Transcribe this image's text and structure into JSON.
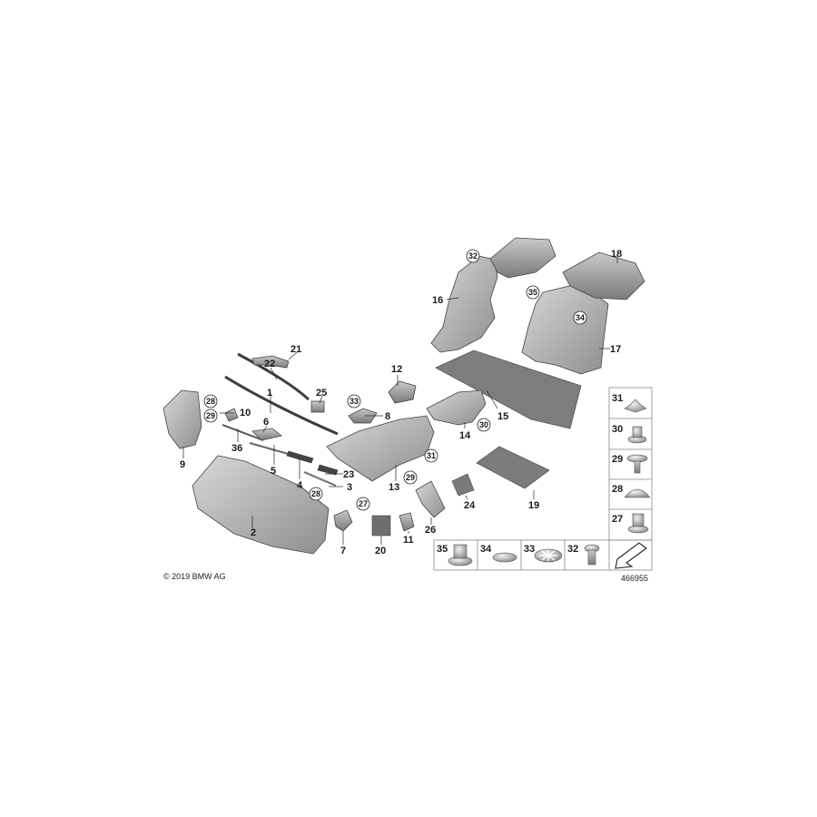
{
  "callouts": [
    {
      "id": "1",
      "text": "1"
    },
    {
      "id": "2",
      "text": "2"
    },
    {
      "id": "3",
      "text": "3"
    },
    {
      "id": "4",
      "text": "4"
    },
    {
      "id": "5",
      "text": "5"
    },
    {
      "id": "6",
      "text": "6"
    },
    {
      "id": "7",
      "text": "7"
    },
    {
      "id": "8",
      "text": "8"
    },
    {
      "id": "9",
      "text": "9"
    },
    {
      "id": "10",
      "text": "10"
    },
    {
      "id": "11",
      "text": "11"
    },
    {
      "id": "12",
      "text": "12"
    },
    {
      "id": "13",
      "text": "13"
    },
    {
      "id": "14",
      "text": "14"
    },
    {
      "id": "15",
      "text": "15"
    },
    {
      "id": "16",
      "text": "16"
    },
    {
      "id": "17",
      "text": "17"
    },
    {
      "id": "18",
      "text": "18"
    },
    {
      "id": "19",
      "text": "19"
    },
    {
      "id": "20",
      "text": "20"
    },
    {
      "id": "21",
      "text": "21"
    },
    {
      "id": "22",
      "text": "22"
    },
    {
      "id": "23",
      "text": "23"
    },
    {
      "id": "24",
      "text": "24"
    },
    {
      "id": "25",
      "text": "25"
    },
    {
      "id": "26",
      "text": "26"
    },
    {
      "id": "36",
      "text": "36"
    }
  ],
  "circled_callouts": [
    {
      "id": "28a",
      "text": "28"
    },
    {
      "id": "29a",
      "text": "29"
    },
    {
      "id": "27a",
      "text": "27"
    },
    {
      "id": "28b",
      "text": "28"
    },
    {
      "id": "33a",
      "text": "33"
    },
    {
      "id": "31a",
      "text": "31"
    },
    {
      "id": "29b",
      "text": "29"
    },
    {
      "id": "30a",
      "text": "30"
    },
    {
      "id": "32a",
      "text": "32"
    },
    {
      "id": "35a",
      "text": "35"
    },
    {
      "id": "34a",
      "text": "34"
    }
  ],
  "fastener_grid": {
    "right_column": [
      "31",
      "30",
      "29",
      "28",
      "27"
    ],
    "bottom_row": [
      "35",
      "34",
      "33",
      "32"
    ]
  },
  "footer": {
    "copyright": "© 2019 BMW AG",
    "diagram_number": "466955"
  }
}
